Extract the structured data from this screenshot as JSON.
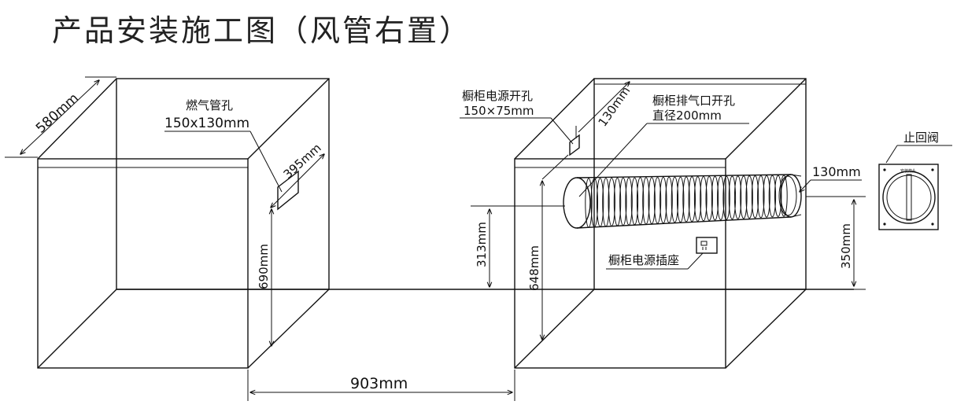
{
  "title": "产品安装施工图（风管右置）",
  "labels": {
    "depth": "580mm",
    "gas_hole_title": "燃气管孔",
    "gas_hole_size": "150x130mm",
    "gas_hole_offset": "395mm",
    "gas_hole_height": "690mm",
    "gap_width": "903mm",
    "power_hole_title": "橱柜电源开孔",
    "power_hole_size": "150×75mm",
    "power_hole_offset": "130mm",
    "exhaust_title": "橱柜排气口开孔",
    "exhaust_size": "直径200mm",
    "exhaust_height": "313mm",
    "power_hole_height": "648mm",
    "socket_label": "橱柜电源插座",
    "valve_title": "止回阀",
    "valve_small_text": "安装箭头",
    "valve_offset": "130mm",
    "valve_height": "350mm"
  },
  "colors": {
    "line": "#111111",
    "text": "#111111"
  }
}
